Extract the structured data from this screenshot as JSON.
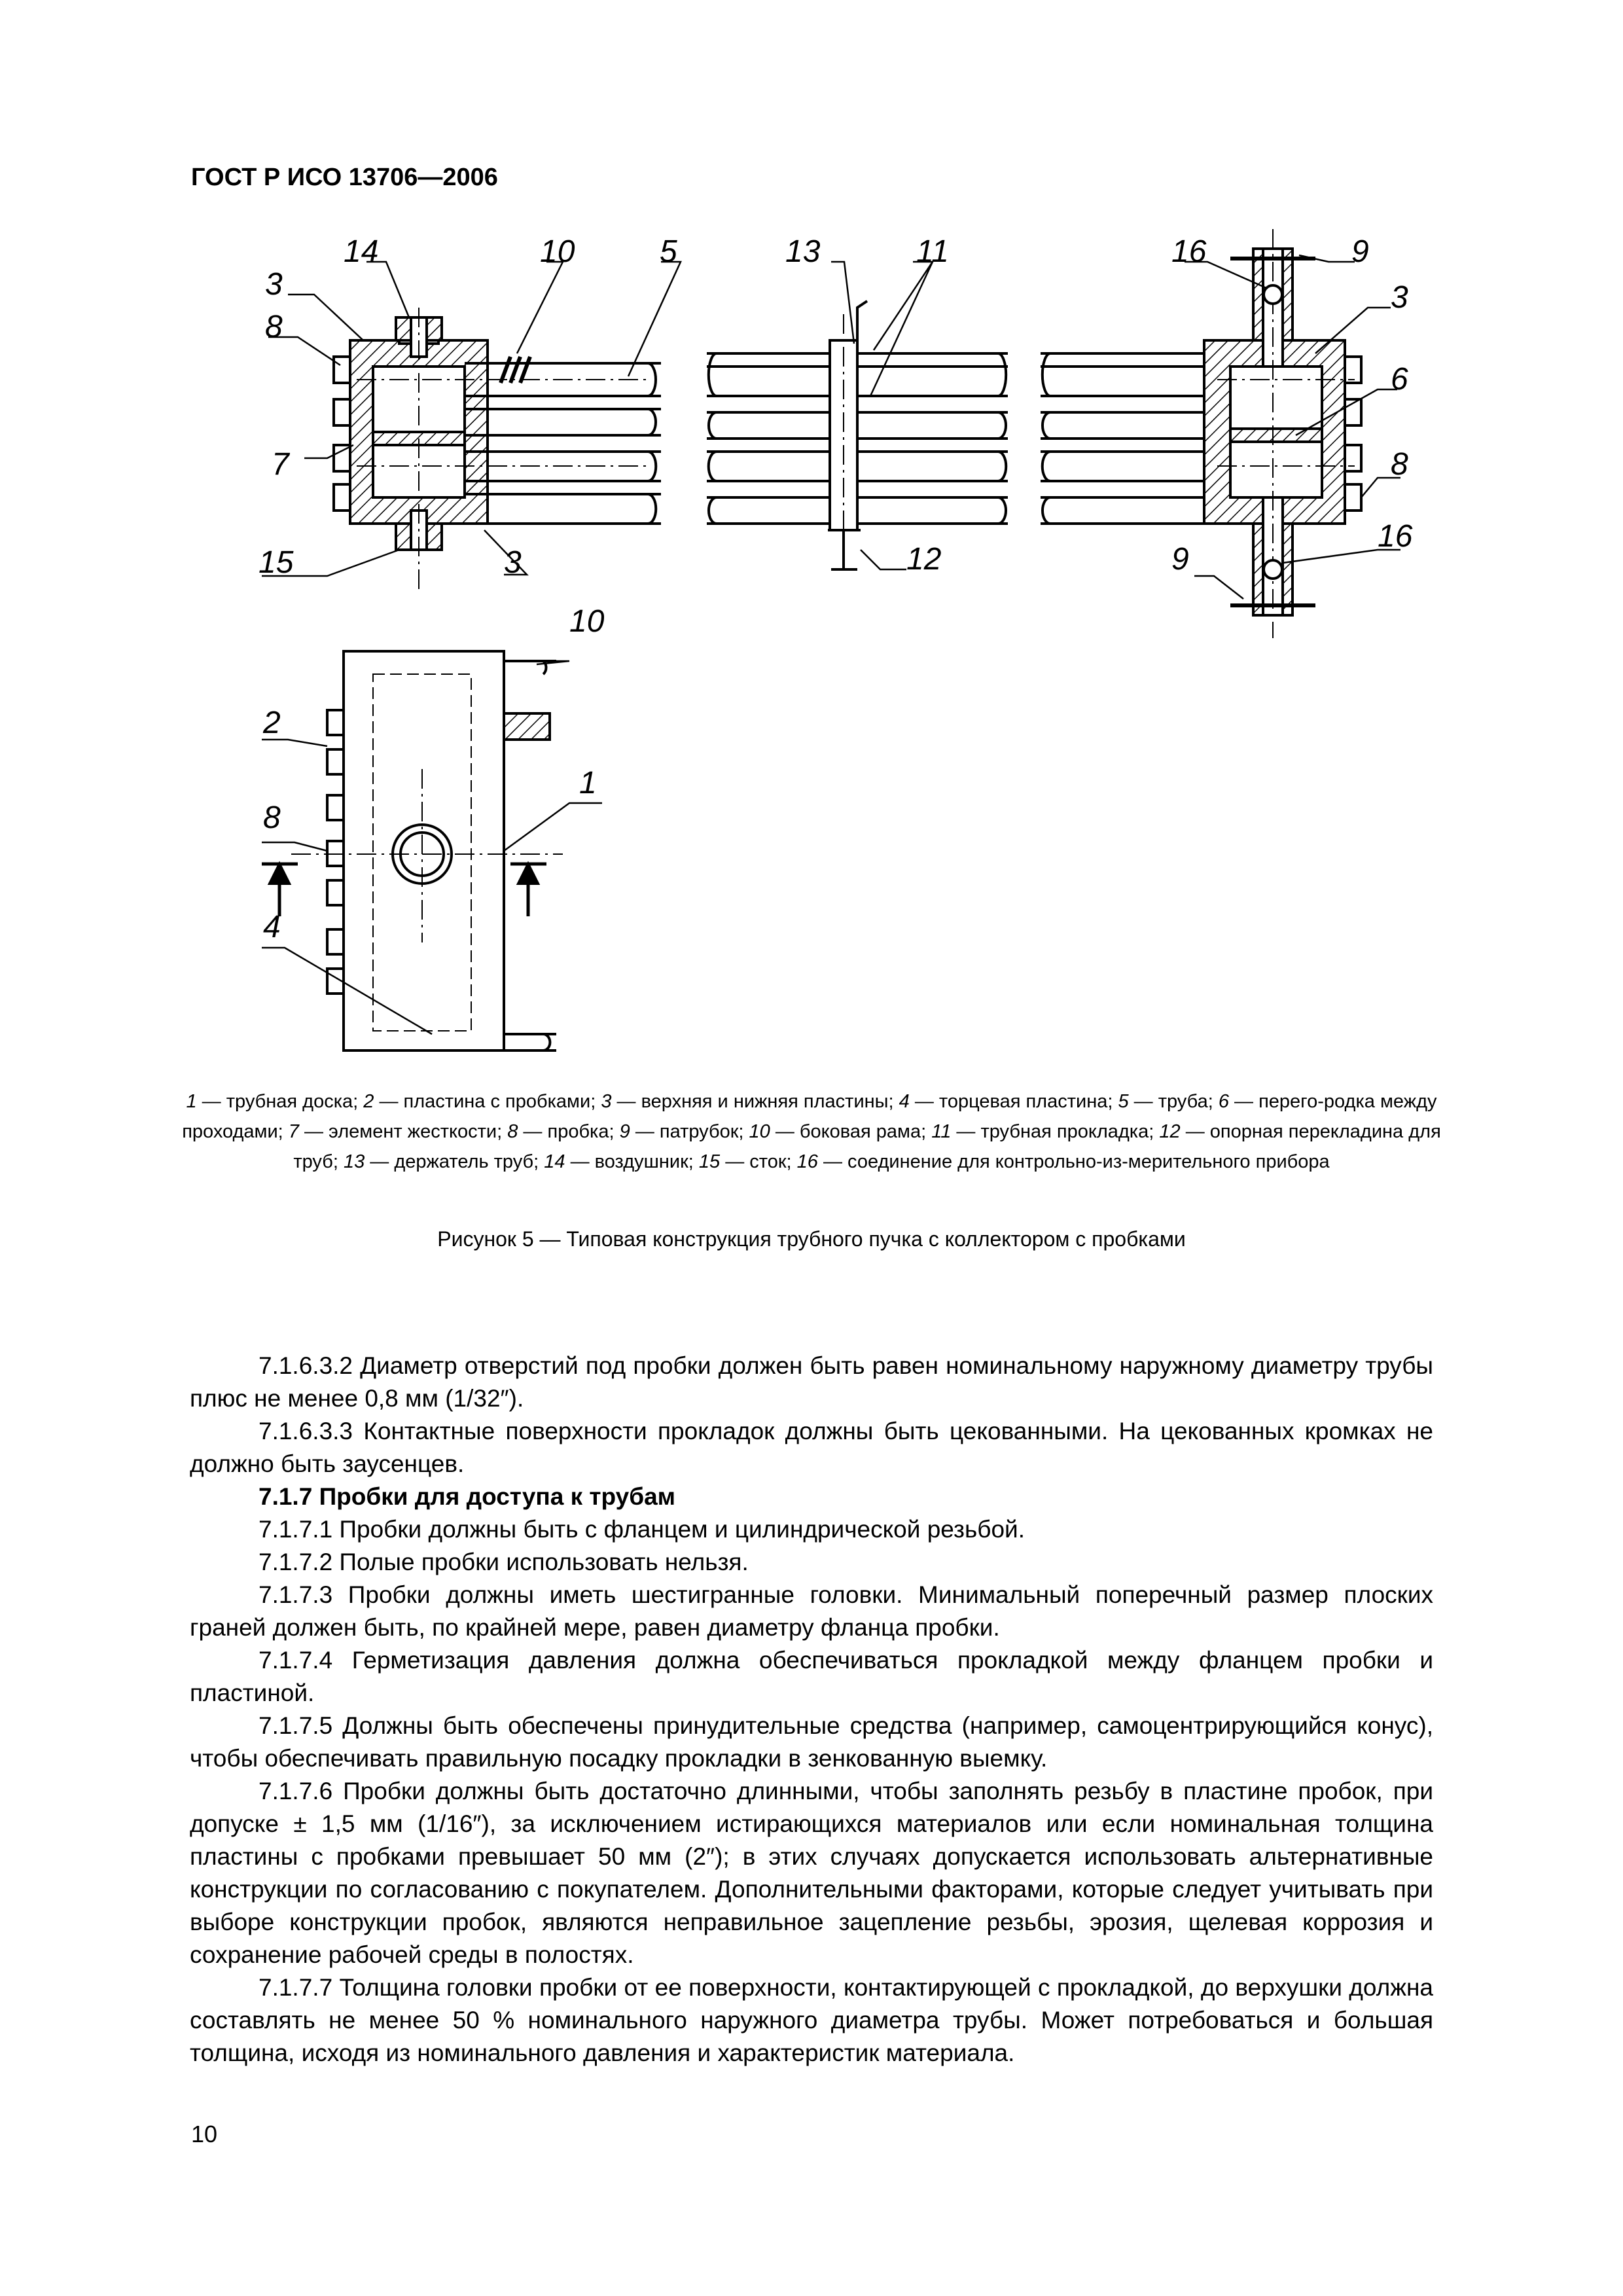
{
  "header": "ГОСТ Р ИСО 13706—2006",
  "figure": {
    "callouts": {
      "n1": "1",
      "n2": "2",
      "n3": "3",
      "n4": "4",
      "n5": "5",
      "n6": "6",
      "n7": "7",
      "n8": "8",
      "n9": "9",
      "n10": "10",
      "n11": "11",
      "n12": "12",
      "n13": "13",
      "n14": "14",
      "n15": "15",
      "n16": "16"
    },
    "legend": [
      {
        "num": "1",
        "text": " — трубная доска; "
      },
      {
        "num": "2",
        "text": " — пластина с пробками; "
      },
      {
        "num": "3",
        "text": " — верхняя и нижняя пластины; "
      },
      {
        "num": "4",
        "text": " — торцевая пластина; "
      },
      {
        "num": "5",
        "text": " — труба; "
      },
      {
        "num": "6",
        "text": " — перего-родка между проходами; "
      },
      {
        "num": "7",
        "text": " — элемент жесткости; "
      },
      {
        "num": "8",
        "text": " — пробка; "
      },
      {
        "num": "9",
        "text": " — патрубок; "
      },
      {
        "num": "10",
        "text": " — боковая рама; "
      },
      {
        "num": "11",
        "text": " — трубная прокладка; "
      },
      {
        "num": "12",
        "text": " — опорная перекладина для труб; "
      },
      {
        "num": "13",
        "text": " — держатель труб; "
      },
      {
        "num": "14",
        "text": " — воздушник; "
      },
      {
        "num": "15",
        "text": " — сток; "
      },
      {
        "num": "16",
        "text": " — соединение для контрольно-из-мерительного прибора"
      }
    ],
    "caption": "Рисунок 5 — Типовая конструкция трубного пучка с коллектором с пробками"
  },
  "paragraphs": [
    {
      "type": "p",
      "text": "7.1.6.3.2 Диаметр отверстий под пробки должен быть равен номинальному наружному диаметру трубы плюс не менее 0,8 мм (1/32″)."
    },
    {
      "type": "p",
      "text": "7.1.6.3.3 Контактные поверхности прокладок должны быть цекованными. На цекованных кромках не должно быть заусенцев."
    },
    {
      "type": "h",
      "text": "7.1.7 Пробки для доступа к трубам"
    },
    {
      "type": "p",
      "text": "7.1.7.1 Пробки должны быть с фланцем и цилиндрической резьбой."
    },
    {
      "type": "p",
      "text": "7.1.7.2 Полые пробки использовать нельзя."
    },
    {
      "type": "p",
      "text": "7.1.7.3 Пробки должны иметь шестигранные головки. Минимальный поперечный размер плоских граней должен быть, по крайней мере, равен диаметру фланца пробки."
    },
    {
      "type": "p",
      "text": "7.1.7.4 Герметизация давления должна обеспечиваться прокладкой между фланцем пробки и пластиной."
    },
    {
      "type": "p",
      "text": "7.1.7.5 Должны быть обеспечены принудительные средства (например, самоцентрирующийся конус), чтобы обеспечивать правильную посадку прокладки в зенкованную выемку."
    },
    {
      "type": "p",
      "text": "7.1.7.6 Пробки должны быть достаточно длинными, чтобы заполнять резьбу в пластине пробок, при допуске ± 1,5 мм (1/16″), за исключением истирающихся материалов или если номинальная толщина пластины с пробками превышает 50 мм (2″); в этих случаях допускается использовать альтернативные конструкции по согласованию с покупателем. Дополнительными факторами, которые следует учитывать при выборе конструкции пробок, являются неправильное зацепление резьбы, эрозия, щелевая коррозия и сохранение рабочей среды в полостях."
    },
    {
      "type": "p",
      "text": "7.1.7.7 Толщина головки пробки от ее поверхности, контактирующей с прокладкой, до верхушки должна составлять не менее 50 % номинального наружного диаметра трубы. Может потребоваться и большая толщина, исходя из номинального давления и характеристик материала."
    }
  ],
  "page_number": "10"
}
